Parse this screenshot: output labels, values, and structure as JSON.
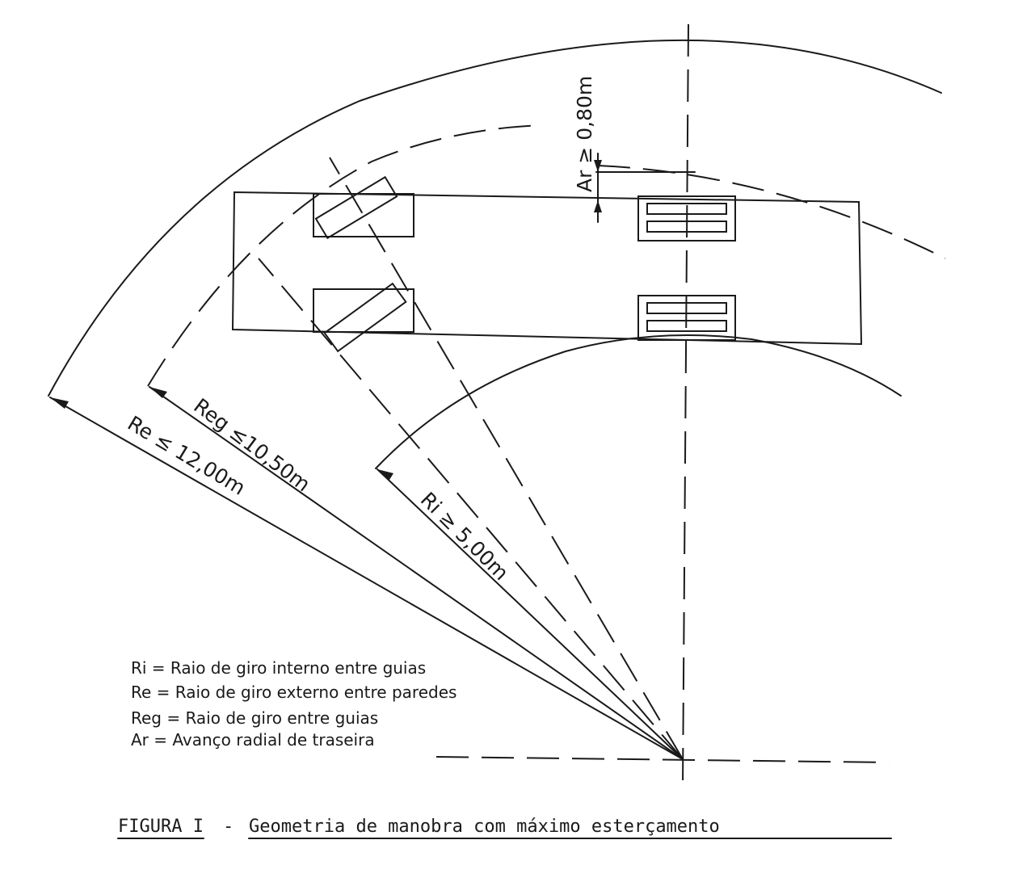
{
  "labels": {
    "ar_dim": "Ar ≥ 0,80m",
    "reg_dim": "Reg ≤10,50m",
    "re_dim": "Re ≤ 12,00m",
    "ri_dim": "Ri ≥ 5,00m"
  },
  "legend": [
    "Ri = Raio de giro interno entre guias",
    "Re = Raio de giro externo entre paredes",
    "Reg = Raio de giro entre guias",
    "Ar = Avanço radial de traseira"
  ],
  "caption": {
    "prefix": "FIGURA I",
    "separator": "-",
    "title": "Geometria de manobra com máximo esterçamento"
  }
}
